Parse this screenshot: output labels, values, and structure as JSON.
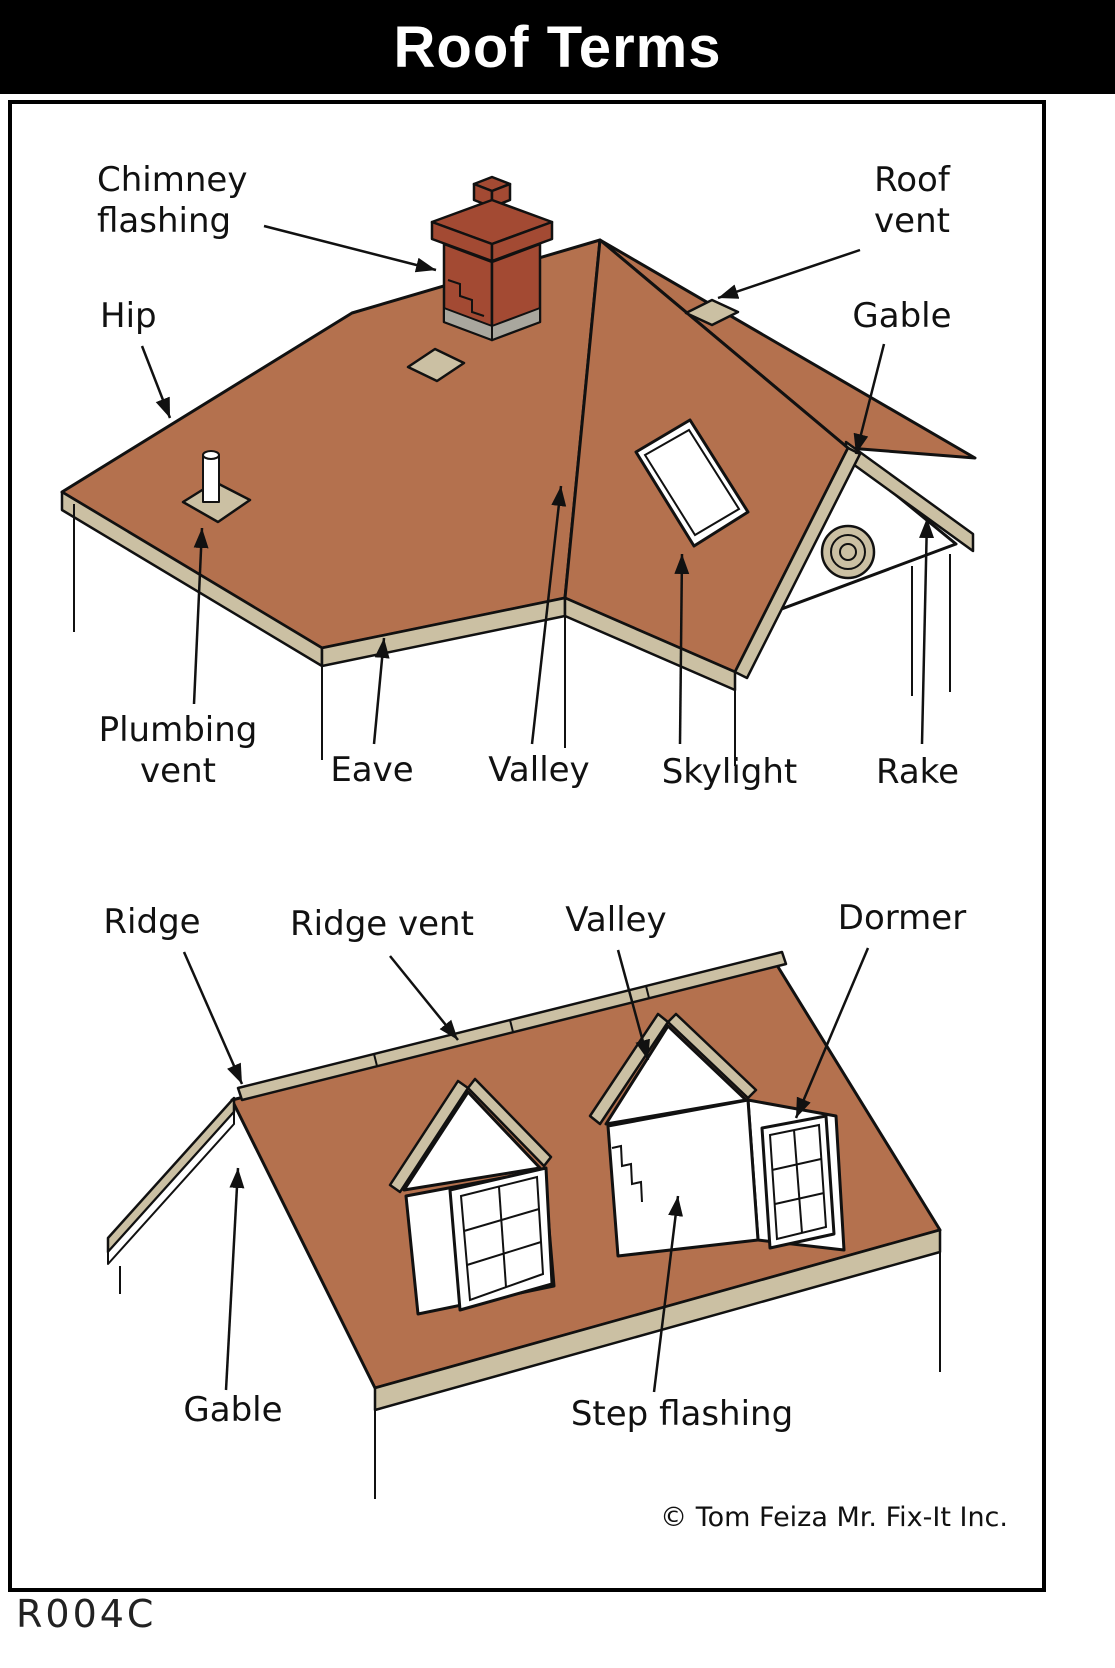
{
  "header": {
    "title": "Roof Terms"
  },
  "top_diagram": {
    "labels": {
      "chimney_flashing": "Chimney flashing",
      "roof_vent": "Roof vent",
      "hip": "Hip",
      "gable": "Gable",
      "plumbing_vent": "Plumbing vent",
      "eave": "Eave",
      "valley": "Valley",
      "skylight": "Skylight",
      "rake": "Rake"
    }
  },
  "bottom_diagram": {
    "labels": {
      "ridge": "Ridge",
      "ridge_vent": "Ridge vent",
      "valley": "Valley",
      "dormer": "Dormer",
      "gable": "Gable",
      "step_flashing": "Step flashing"
    }
  },
  "footer": {
    "code": "R004C",
    "copyright": "© Tom Feiza Mr. Fix-It Inc."
  },
  "colors": {
    "roof": "#b4714e",
    "trim": "#cbc0a3",
    "brick": "#a34a33",
    "flashing_gray": "#a9a79e",
    "banner_bg": "#000000",
    "banner_text": "#ffffff"
  }
}
